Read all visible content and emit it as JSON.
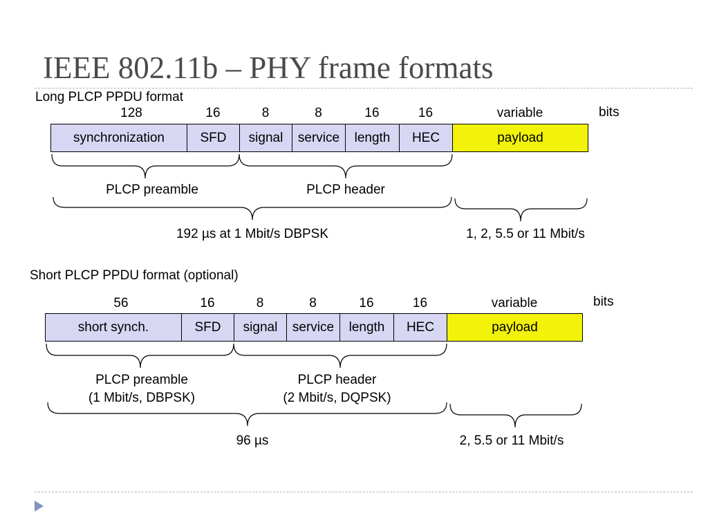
{
  "slide": {
    "title": "IEEE 802.11b – PHY frame formats"
  },
  "long_format": {
    "label": "Long PLCP PPDU format",
    "unit": "bits",
    "bits": [
      "128",
      "16",
      "8",
      "8",
      "16",
      "16",
      "variable"
    ],
    "fields": [
      "synchronization",
      "SFD",
      "signal",
      "service",
      "length",
      "HEC",
      "payload"
    ],
    "preamble_label": "PLCP preamble",
    "header_label": "PLCP header",
    "overall_label": "192 µs at 1 Mbit/s DBPSK",
    "payload_rate": "1, 2, 5.5 or 11 Mbit/s"
  },
  "short_format": {
    "label": "Short PLCP PPDU format (optional)",
    "unit": "bits",
    "bits": [
      "56",
      "16",
      "8",
      "8",
      "16",
      "16",
      "variable"
    ],
    "fields": [
      "short synch.",
      "SFD",
      "signal",
      "service",
      "length",
      "HEC",
      "payload"
    ],
    "preamble_label": "PLCP preamble",
    "preamble_rate": "(1 Mbit/s, DBPSK)",
    "header_label": "PLCP header",
    "header_rate": "(2 Mbit/s, DQPSK)",
    "overall_label": "96 µs",
    "payload_rate": "2, 5.5 or 11 Mbit/s"
  },
  "colors": {
    "field_fill": "#d7d7f4",
    "payload_fill": "#f2f20a",
    "title": "#4a4a4a",
    "divider": "#a6b4c8",
    "nav_arrow": "#7f96bd"
  },
  "icons": {
    "nav": "triangle-right-icon"
  }
}
